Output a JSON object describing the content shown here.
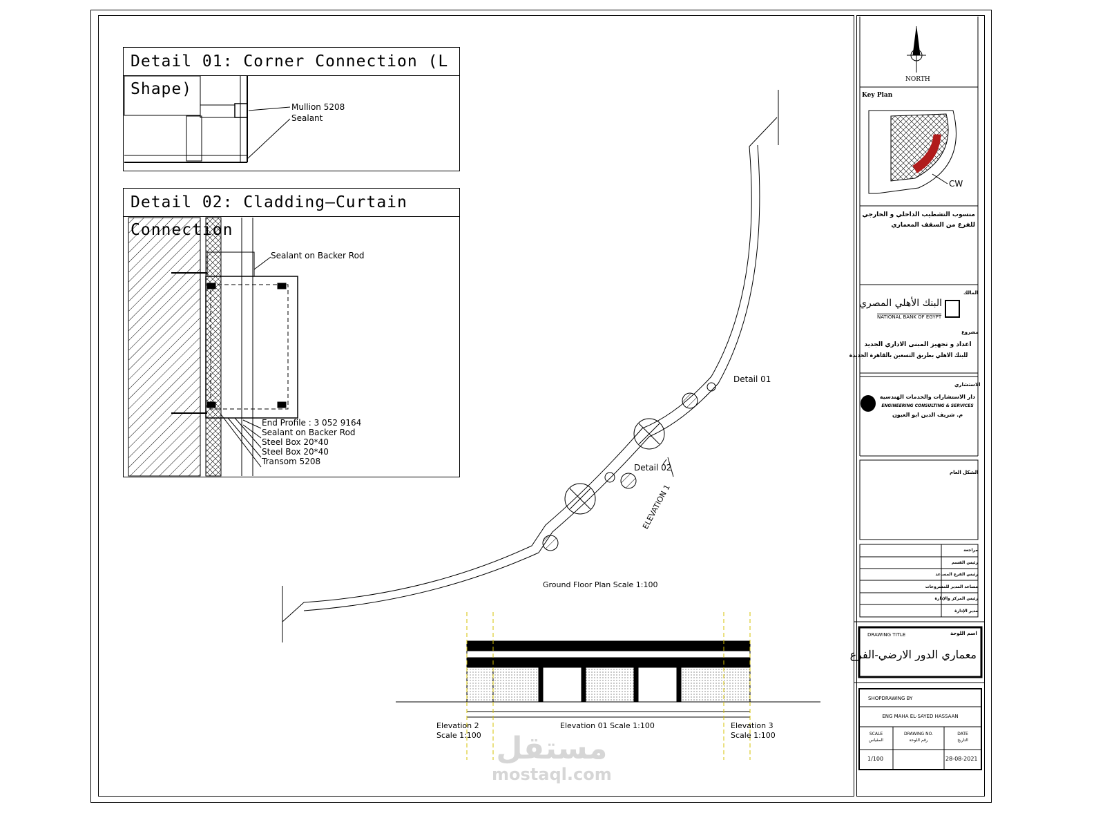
{
  "details": [
    {
      "title": "Detail 01:  Corner  Connection  (L  Shape)",
      "labels": [
        "Mullion  5208",
        "Sealant"
      ]
    },
    {
      "title": "Detail 02:  Cladding–Curtain  Connection",
      "labels": [
        "Sealant  on  Backer  Rod",
        "End  Profile :  3  052  9164",
        "Sealant  on  Backer  Rod",
        "Steel  Box  20*40",
        "Steel  Box  20*40",
        "Transom  5208"
      ]
    }
  ],
  "plan": {
    "caption": "Ground Floor Plan Scale 1:100",
    "detail01_tag": "Detail  01",
    "detail02_tag": "Detail  02",
    "elevation_tag": "ELEVATION 1"
  },
  "elevation": {
    "left_caption": [
      "Elevation 2",
      "Scale 1:100"
    ],
    "center_caption": "Elevation 01 Scale 1:100",
    "right_caption": [
      "Elevation 3",
      "Scale 1:100"
    ]
  },
  "title_block": {
    "north_label": "NORTH",
    "key_plan_label": "Key Plan",
    "key_plan_tag": "CW",
    "key_plan_accent": "#b01c1c",
    "level_note": [
      "منسوب التشطيب الداخلي و الخارجي",
      "للفرع من السقف المعماري"
    ],
    "owner_label": "المالك",
    "owner_logo_text": [
      "البنك الأهلي المصري",
      "NATIONAL BANK OF EGYPT"
    ],
    "project_label": "مشروع",
    "project_name": [
      "اعداد و تجهيز المبنى الاداري الجديد",
      "للبنك الاهلي بطريق التسعين بالقاهرة الجديدة"
    ],
    "consultant_label": "الاستشاري",
    "consultant_name": [
      "دار الاستشارات والخدمات الهندسية",
      "ENGINEERING CONSULTING & SERVICES",
      "م. شريف الدين ابو العيون"
    ],
    "general_notes_label": "الشكل العام",
    "approvals": [
      "مراجعة",
      "رئيس القسم",
      "رئيس الفرع المساعد",
      "مساعد المدير للمشروعات",
      "رئيس المركز والإدارة",
      "مدير الإدارة"
    ],
    "drawing_title_en": "DRAWING TITLE",
    "drawing_title_ar_label": "اسم اللوحة",
    "drawing_title": "معماري الدور الارضي-الفرع",
    "shopdrawing_label": "SHOPDRAWING BY",
    "shopdrawing_name": "ENG MAHA EL-SAYED HASSAAN",
    "scale_label": [
      "SCALE",
      "المقياس"
    ],
    "drawing_no_label": [
      "DRAWING NO.",
      "رقم اللوحة"
    ],
    "date_label": [
      "DATE",
      "التاريخ"
    ],
    "scale_value": "1/100",
    "drawing_no_value": "",
    "date_value": "28-08-2021"
  },
  "watermark": [
    "مستقل",
    "mostaql.com"
  ]
}
